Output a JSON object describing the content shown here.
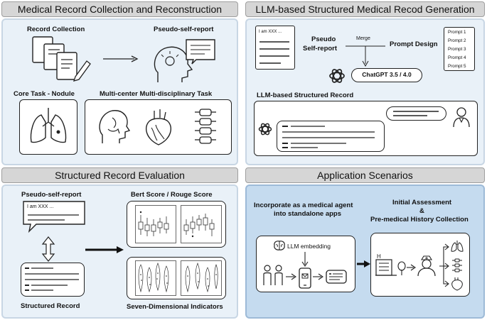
{
  "sections": {
    "top_left": {
      "title": "Medical Record Collection and Reconstruction",
      "record_collection": "Record Collection",
      "pseudo_self_report": "Pseudo-self-report",
      "core_task": "Core Task - Nodule",
      "multi_center": "Multi-center Multi-disciplinary Task"
    },
    "top_right": {
      "title": "LLM-based Structured Medical Recod Generation",
      "doc_text": "I am XXX ...",
      "pseudo_line1": "Pseudo",
      "pseudo_line2": "Self-report",
      "merge": "Merge",
      "prompt_design": "Prompt Design",
      "prompts": [
        "Prompt 1",
        "Prompt 2",
        "Prompt 3",
        "Prompt 4",
        "Prompt 5"
      ],
      "chatgpt": "ChatGPT 3.5 / 4.0",
      "structured_record": "LLM-based Structured Record"
    },
    "bottom_left": {
      "title": "Structured Record Evaluation",
      "pseudo_self_report": "Pseudo-self-report",
      "bubble_text": "I am XXX ...",
      "structured_record": "Structured Record",
      "bert_score": "Bert Score / Rouge Score",
      "seven_dim": "Seven-Dimensional Indicators"
    },
    "bottom_right": {
      "title": "Application Scenarios",
      "incorporate_line1": "Incorporate as a medical agent",
      "incorporate_line2": "into standalone apps",
      "llm_embedding": "LLM embedding",
      "initial_line1": "Initial Assessment",
      "initial_line2": "&",
      "initial_line3": "Pre-medical History Collection"
    }
  },
  "colors": {
    "panel_light": "#e9f1f8",
    "panel_blue": "#c5dbef",
    "title_bar": "#d6d6d6"
  }
}
